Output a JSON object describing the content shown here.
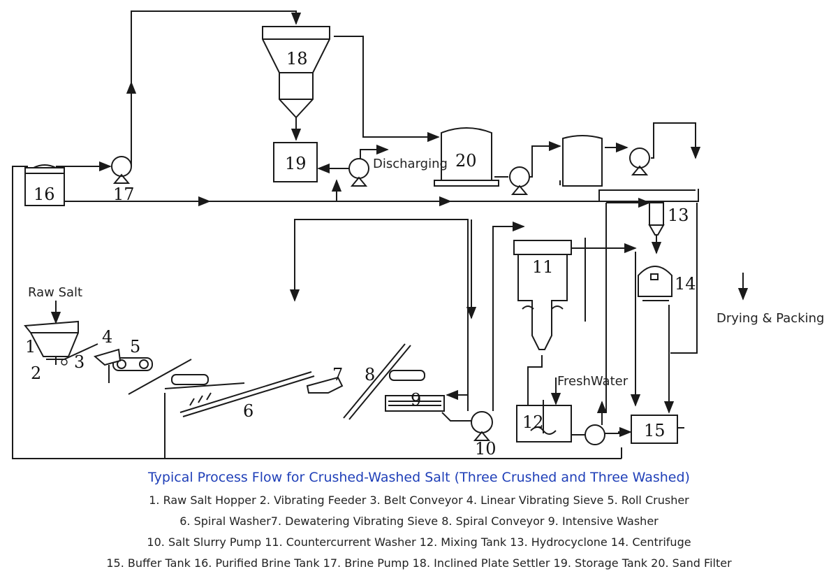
{
  "diagram": {
    "unit_numbers": [
      "1",
      "2",
      "3",
      "4",
      "5",
      "6",
      "7",
      "8",
      "9",
      "10",
      "11",
      "12",
      "13",
      "14",
      "15",
      "16",
      "17",
      "18",
      "19",
      "20"
    ],
    "labels": {
      "raw_salt": "Raw Salt",
      "discharging": "Discharging",
      "fresh_water": "FreshWater",
      "drying_packing": "Drying & Packing"
    }
  },
  "caption": {
    "title": "Typical Process Flow for Crushed-Washed Salt (Three Crushed and Three Washed)",
    "legend_lines": [
      "1. Raw Salt Hopper  2. Vibrating Feeder 3. Belt Conveyor 4. Linear Vibrating Sieve 5. Roll Crusher",
      "6. Spiral Washer7. Dewatering Vibrating Sieve 8. Spiral Conveyor 9. Intensive Washer",
      "10. Salt Slurry Pump 11. Countercurrent Washer 12. Mixing Tank 13. Hydrocyclone 14. Centrifuge",
      "15. Buffer Tank 16. Purified Brine Tank 17. Brine Pump 18. Inclined Plate Settler 19. Storage Tank 20. Sand Filter"
    ]
  },
  "colors": {
    "title": "#1f3fb8",
    "line": "#1a1a1a"
  }
}
